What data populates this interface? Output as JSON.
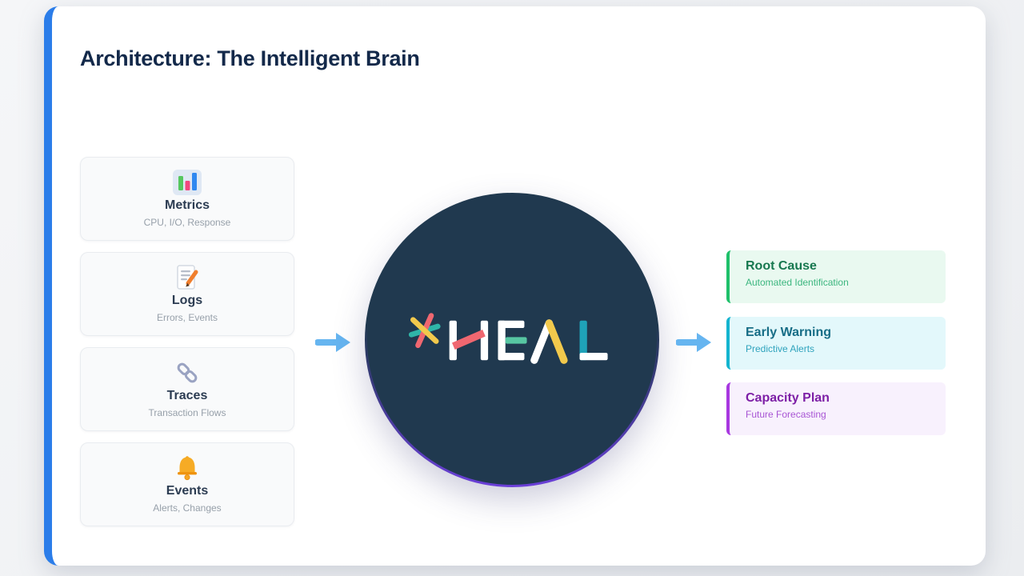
{
  "page": {
    "title": "Architecture: The Intelligent Brain"
  },
  "inputs": [
    {
      "icon": "bar-chart-icon",
      "title": "Metrics",
      "subtitle": "CPU, I/O, Response"
    },
    {
      "icon": "memo-icon",
      "title": "Logs",
      "subtitle": "Errors, Events"
    },
    {
      "icon": "link-icon",
      "title": "Traces",
      "subtitle": "Transaction Flows"
    },
    {
      "icon": "bell-icon",
      "title": "Events",
      "subtitle": "Alerts, Changes"
    }
  ],
  "brain": {
    "logo_text": "HEAL"
  },
  "outputs": [
    {
      "title": "Root Cause",
      "subtitle": "Automated Identification",
      "accent": "#1fc06a",
      "bg": "#e9f9f0"
    },
    {
      "title": "Early Warning",
      "subtitle": "Predictive Alerts",
      "accent": "#14b4cf",
      "bg": "#e3f8fb"
    },
    {
      "title": "Capacity Plan",
      "subtitle": "Future Forecasting",
      "accent": "#a838e0",
      "bg": "#f8f1fd"
    }
  ],
  "theme": {
    "slide_accent": "#2b7de9",
    "arrow_color": "#66b5f0",
    "circle_fill": "#20394f",
    "circle_rim": "#6a3fd8",
    "logo_coral": "#ef6770",
    "logo_mint": "#57c6a2",
    "logo_yellow": "#f2c94c",
    "logo_teal": "#1fa2b8"
  }
}
